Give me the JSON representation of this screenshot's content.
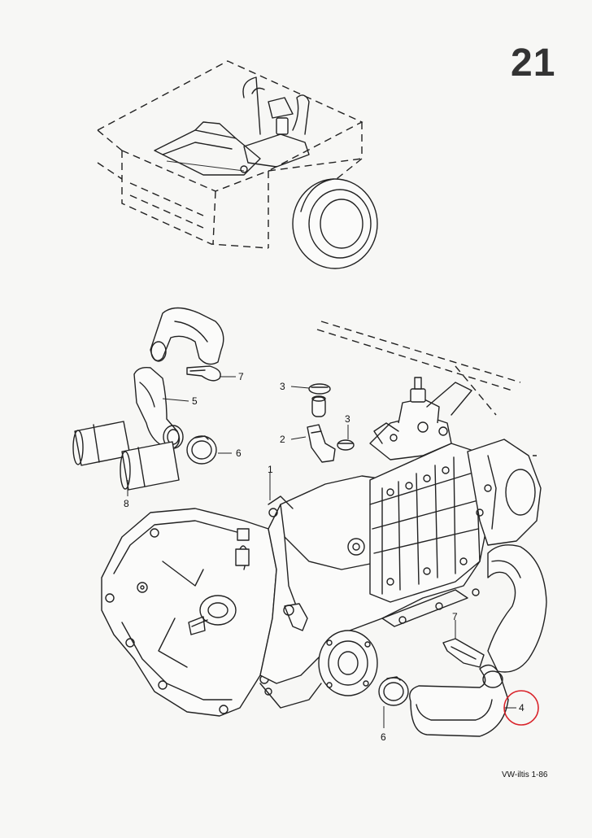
{
  "page_number": "21",
  "footer_ref": "VW-iltis 1-86",
  "callouts": [
    {
      "id": "c1",
      "label": "1"
    },
    {
      "id": "c2",
      "label": "2"
    },
    {
      "id": "c3a",
      "label": "3"
    },
    {
      "id": "c3b",
      "label": "3"
    },
    {
      "id": "c4",
      "label": "4"
    },
    {
      "id": "c5",
      "label": "5"
    },
    {
      "id": "c6a",
      "label": "6"
    },
    {
      "id": "c6b",
      "label": "6"
    },
    {
      "id": "c7a",
      "label": "7"
    },
    {
      "id": "c7b",
      "label": "7"
    },
    {
      "id": "c8",
      "label": "8"
    }
  ],
  "highlight": {
    "callout": "4",
    "color": "#d9232a"
  },
  "colors": {
    "ink": "#222222",
    "paper": "#f7f7f5"
  }
}
